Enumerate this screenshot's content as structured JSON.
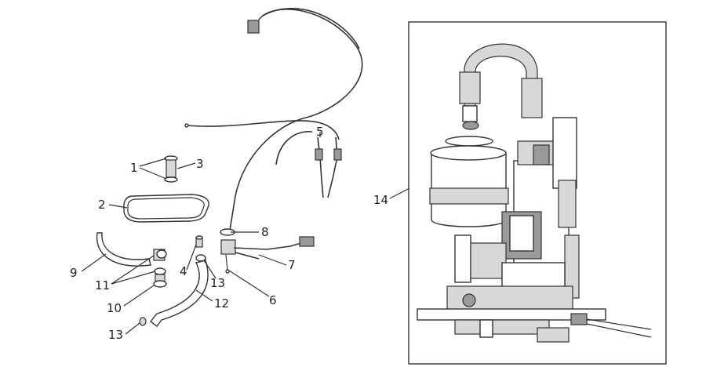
{
  "callouts": [
    {
      "id": "c1",
      "text": "1"
    },
    {
      "id": "c2",
      "text": "2"
    },
    {
      "id": "c3",
      "text": "3"
    },
    {
      "id": "c4",
      "text": "4"
    },
    {
      "id": "c5",
      "text": "5"
    },
    {
      "id": "c6",
      "text": "6"
    },
    {
      "id": "c7",
      "text": "7"
    },
    {
      "id": "c8",
      "text": "8"
    },
    {
      "id": "c9",
      "text": "9"
    },
    {
      "id": "c10",
      "text": "10"
    },
    {
      "id": "c11",
      "text": "11"
    },
    {
      "id": "c12",
      "text": "12"
    },
    {
      "id": "c13a",
      "text": "13"
    },
    {
      "id": "c13b",
      "text": "13"
    },
    {
      "id": "c14",
      "text": "14"
    }
  ],
  "colors": {
    "line": "#333333",
    "shade": "#d8d8d8",
    "dark": "#9a9a9a"
  }
}
